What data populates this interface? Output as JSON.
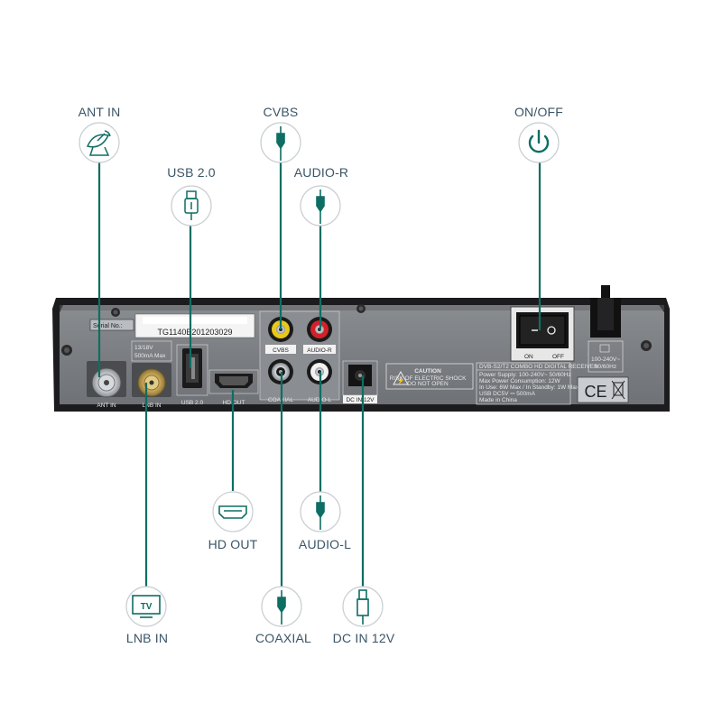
{
  "callouts": {
    "ant_in": "ANT IN",
    "usb": "USB 2.0",
    "cvbs": "CVBS",
    "audio_r": "AUDIO-R",
    "on_off": "ON/OFF",
    "hd_out": "HD OUT",
    "audio_l": "AUDIO-L",
    "lnb_in": "LNB IN",
    "coaxial": "COAXIAL",
    "dc_in": "DC IN 12V"
  },
  "icons": {
    "tv_icon_text": "TV"
  },
  "panel": {
    "serial_label": "Serial No.:",
    "serial_number": "TG1140E201203029",
    "lnb_spec_1": "13/18V",
    "lnb_spec_2": "500mA Max",
    "port_ant_in": "ANT IN",
    "port_lnb_in": "LNB IN",
    "port_usb": "USB 2.0",
    "port_hd_out": "HD OUT",
    "port_cvbs": "CVBS",
    "port_audio_r": "AUDIO-R",
    "port_coaxial": "COAXIAL",
    "port_audio_l": "AUDIO-L",
    "port_dc_in": "DC IN 12V",
    "caution_title": "CAUTION",
    "caution_line_1": "RISK OF ELECTRIC SHOCK",
    "caution_line_2": "DO NOT OPEN",
    "spec_lines": [
      "DVB-S2/T2 COMBO HD DIGITAL RECEIVER",
      "Power Supply: 100-240V~ 50/60Hz",
      "Max Power Consumption: 12W",
      "In Use: 6W Max / In Standby: 1W Max",
      "USB DC5V ⎓ 500mA",
      "Made in China"
    ],
    "switch_on": "ON",
    "switch_off": "OFF",
    "power_spec_1": "100-240V~",
    "power_spec_2": "50/60Hz",
    "ce_mark": "CE"
  },
  "colors": {
    "accent": "#0e6e63",
    "label": "#3a5566",
    "panel": "#7c7f83",
    "panel_dark": "#1c1c1e"
  }
}
